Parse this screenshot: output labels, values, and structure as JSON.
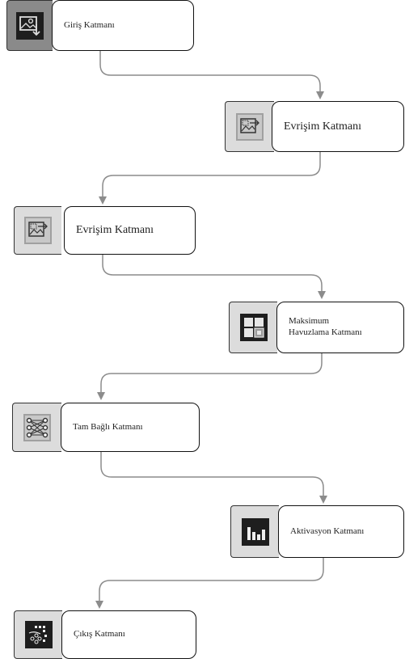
{
  "nodes": [
    {
      "id": "giris",
      "label": "Giriş Katmanı",
      "icon": "image-input-icon"
    },
    {
      "id": "evrisim1",
      "label": "Evrişim Katmanı",
      "icon": "convolution-icon"
    },
    {
      "id": "evrisim2",
      "label": "Evrişim Katmanı",
      "icon": "convolution-icon"
    },
    {
      "id": "maksimum",
      "label": "Maksimum\nHavuzlama Katmanı",
      "icon": "max-pooling-icon"
    },
    {
      "id": "tambagli",
      "label": "Tam Bağlı Katmanı",
      "icon": "fully-connected-icon"
    },
    {
      "id": "aktivasyon",
      "label": "Aktivasyon Katmanı",
      "icon": "activation-bars-icon"
    },
    {
      "id": "cikis",
      "label": "Çıkış Katmanı",
      "icon": "output-grid-icon"
    }
  ],
  "edges": [
    {
      "from": "giris",
      "to": "evrisim1"
    },
    {
      "from": "evrisim1",
      "to": "evrisim2"
    },
    {
      "from": "evrisim2",
      "to": "maksimum"
    },
    {
      "from": "maksimum",
      "to": "tambagli"
    },
    {
      "from": "tambagli",
      "to": "aktivasyon"
    },
    {
      "from": "aktivasyon",
      "to": "cikis"
    }
  ],
  "colors": {
    "connector": "#8c8c8c",
    "border": "#111111",
    "icon_dark": "#1e1e1e",
    "icon_light": "#c8c8c8"
  }
}
